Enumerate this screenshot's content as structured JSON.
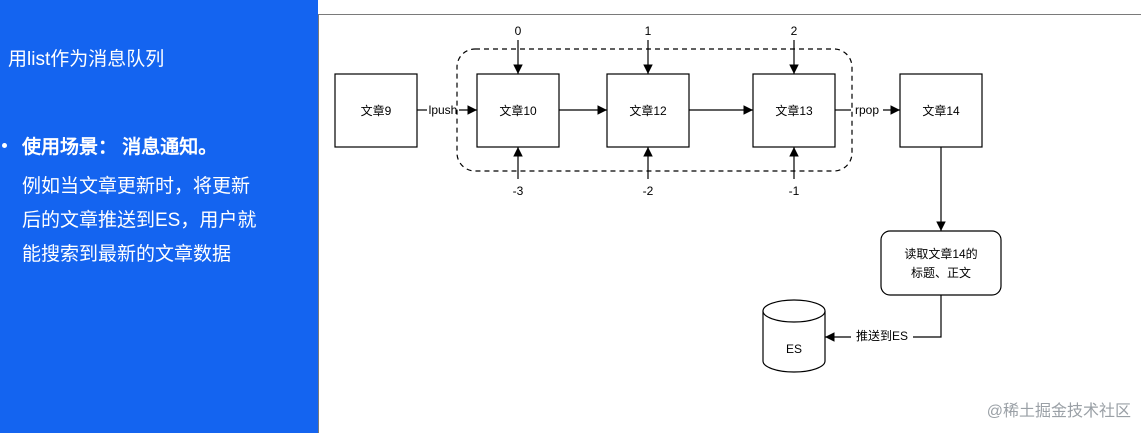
{
  "left_panel": {
    "title": "用list作为消息队列",
    "bullet_heading": "使用场景： 消息通知。",
    "bullet_body_lines": [
      "例如当文章更新时，将更新",
      "后的文章推送到ES，用户就",
      "能搜索到最新的文章数据"
    ]
  },
  "diagram": {
    "nodes": {
      "a9": "文章9",
      "a10": "文章10",
      "a12": "文章12",
      "a13": "文章13",
      "a14": "文章14",
      "read_line1": "读取文章14的",
      "read_line2": "标题、正文",
      "es": "ES"
    },
    "edge_labels": {
      "lpush": "lpush",
      "rpop": "rpop",
      "push_es": "推送到ES"
    },
    "indices": {
      "top": [
        "0",
        "1",
        "2"
      ],
      "bottom": [
        "-3",
        "-2",
        "-1"
      ]
    }
  },
  "watermark": "@稀土掘金技术社区",
  "colors": {
    "panel_blue": "#1464f0",
    "stroke": "#000000"
  }
}
